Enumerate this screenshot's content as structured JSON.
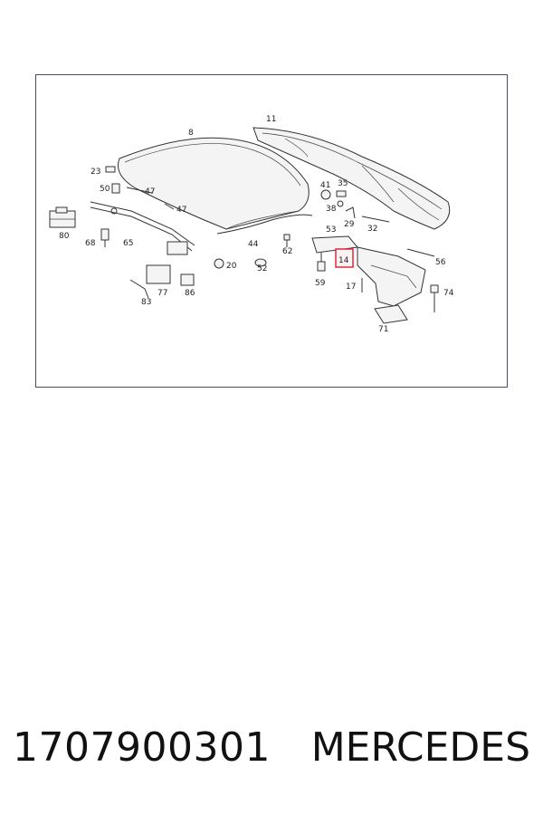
{
  "diagram": {
    "callouts": [
      "8",
      "11",
      "23",
      "50",
      "47",
      "47",
      "41",
      "35",
      "38",
      "29",
      "32",
      "80",
      "68",
      "65",
      "44",
      "53",
      "62",
      "20",
      "52",
      "59",
      "14",
      "56",
      "17",
      "74",
      "77",
      "86",
      "83",
      "71"
    ],
    "highlight_color": "#e0283c"
  },
  "footer": {
    "part_number": "1707900301",
    "brand": "MERCEDES"
  }
}
